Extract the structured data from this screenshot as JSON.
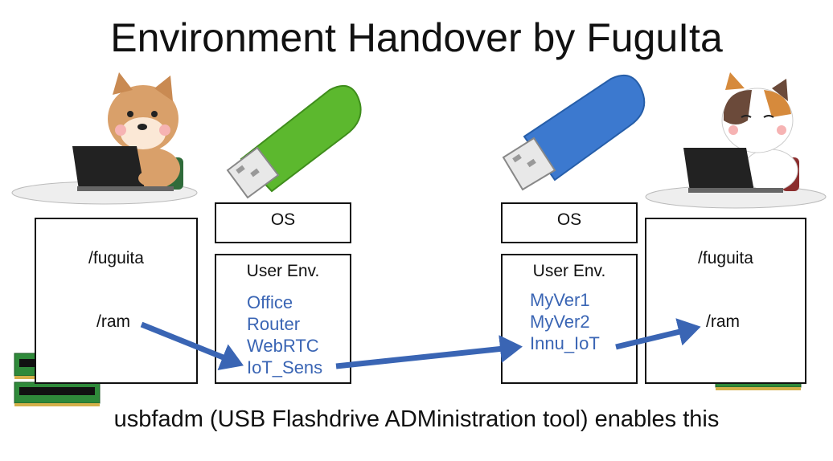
{
  "title": "Environment Handover by FuguIta",
  "footer": "usbfadm (USB Flashdrive ADMinistration tool) enables this",
  "left_machine": {
    "dir": "/fuguita",
    "ram": "/ram"
  },
  "right_machine": {
    "dir": "/fuguita",
    "ram": "/ram"
  },
  "usb_green": {
    "os_label": "OS",
    "env_label": "User Env.",
    "items": [
      "Office",
      "Router",
      "WebRTC",
      "IoT_Sens"
    ]
  },
  "usb_blue": {
    "os_label": "OS",
    "env_label": "User Env.",
    "items": [
      "MyVer1",
      "MyVer2",
      "Innu_IoT"
    ]
  },
  "colors": {
    "arrow": "#3a65b4",
    "item_text": "#3a65b4",
    "usb_green": "#5cb82e",
    "usb_blue": "#3c79cf",
    "ram_board": "#2f8a3a"
  }
}
